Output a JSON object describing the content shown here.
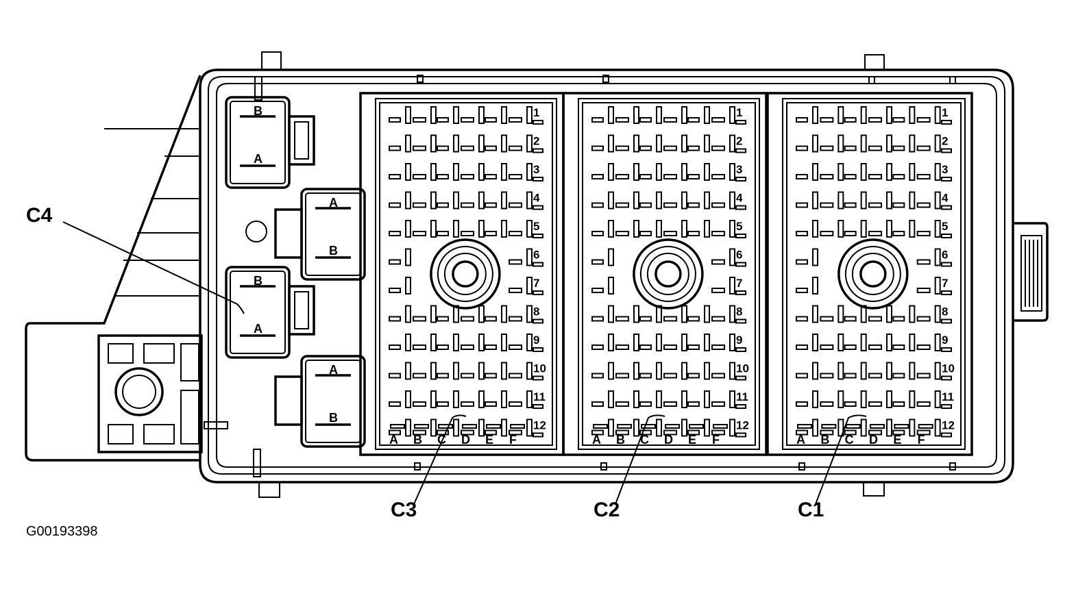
{
  "figure_id": "G00193398",
  "callouts": {
    "c4": "C4",
    "c3": "C3",
    "c2": "C2",
    "c1": "C1"
  },
  "connectors": [
    {
      "id": "C3",
      "columns": [
        "A",
        "B",
        "C",
        "D",
        "E",
        "F"
      ],
      "rows": [
        "1",
        "2",
        "3",
        "4",
        "5",
        "6",
        "7",
        "8",
        "9",
        "10",
        "11",
        "12"
      ]
    },
    {
      "id": "C2",
      "columns": [
        "A",
        "B",
        "C",
        "D",
        "E",
        "F"
      ],
      "rows": [
        "1",
        "2",
        "3",
        "4",
        "5",
        "6",
        "7",
        "8",
        "9",
        "10",
        "11",
        "12"
      ]
    },
    {
      "id": "C1",
      "columns": [
        "A",
        "B",
        "C",
        "D",
        "E",
        "F"
      ],
      "rows": [
        "1",
        "2",
        "3",
        "4",
        "5",
        "6",
        "7",
        "8",
        "9",
        "10",
        "11",
        "12"
      ]
    }
  ],
  "relays": [
    {
      "top": "B",
      "bottom": "A"
    },
    {
      "top": "A",
      "bottom": "B"
    },
    {
      "top": "B",
      "bottom": "A"
    },
    {
      "top": "A",
      "bottom": "B"
    }
  ]
}
